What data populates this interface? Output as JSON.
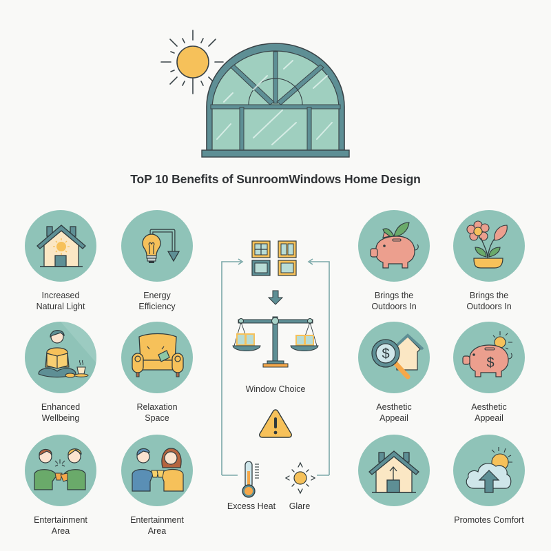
{
  "title": "ToP 10 Benefits of SunroomWindows Home Design",
  "colors": {
    "background": "#f9f9f7",
    "circle": "#8fc3b8",
    "frame": "#5e8f95",
    "glass": "#9fcfbf",
    "sun": "#f6c15a",
    "text": "#333333",
    "pink": "#ec9f8e"
  },
  "hero": {
    "icon": "arched-sunroom-window-with-sun-icon"
  },
  "left_benefits": [
    {
      "icon": "house-with-sun-icon",
      "label": "Increased\nNatural Light"
    },
    {
      "icon": "lightbulb-down-arrow-icon",
      "label": "Energy\nEfficiency"
    },
    {
      "icon": "person-reading-meditating-icon",
      "label": "Enhanced\nWellbeing"
    },
    {
      "icon": "armchair-icon",
      "label": "Relaxation\nSpace"
    },
    {
      "icon": "two-men-toasting-icon",
      "label": "Entertainment\nArea"
    },
    {
      "icon": "couple-toasting-icon",
      "label": "Entertainment\nArea"
    }
  ],
  "right_benefits": [
    {
      "icon": "piggy-bank-with-leaf-icon",
      "label": "Brings the\nOutdoors In"
    },
    {
      "icon": "flower-pot-icon",
      "label": "Brings the\nOutdoors In"
    },
    {
      "icon": "magnifier-dollar-house-icon",
      "label": "Aesthetic\nAppeail"
    },
    {
      "icon": "piggy-bank-dollar-sun-icon",
      "label": "Aesthetic\nAppeail"
    },
    {
      "icon": "house-up-arrow-icon",
      "label": ""
    },
    {
      "icon": "cloud-upload-sun-icon",
      "label": "Promotes Comfort"
    }
  ],
  "center": {
    "window_choice_label": "Window Choice",
    "excess_heat_label": "Excess Heat",
    "glare_label": "Glare",
    "icons": [
      "window-types-grid-icon",
      "down-arrow-icon",
      "balance-scale-icon",
      "warning-icon",
      "thermometer-icon",
      "glare-sun-icon"
    ]
  }
}
